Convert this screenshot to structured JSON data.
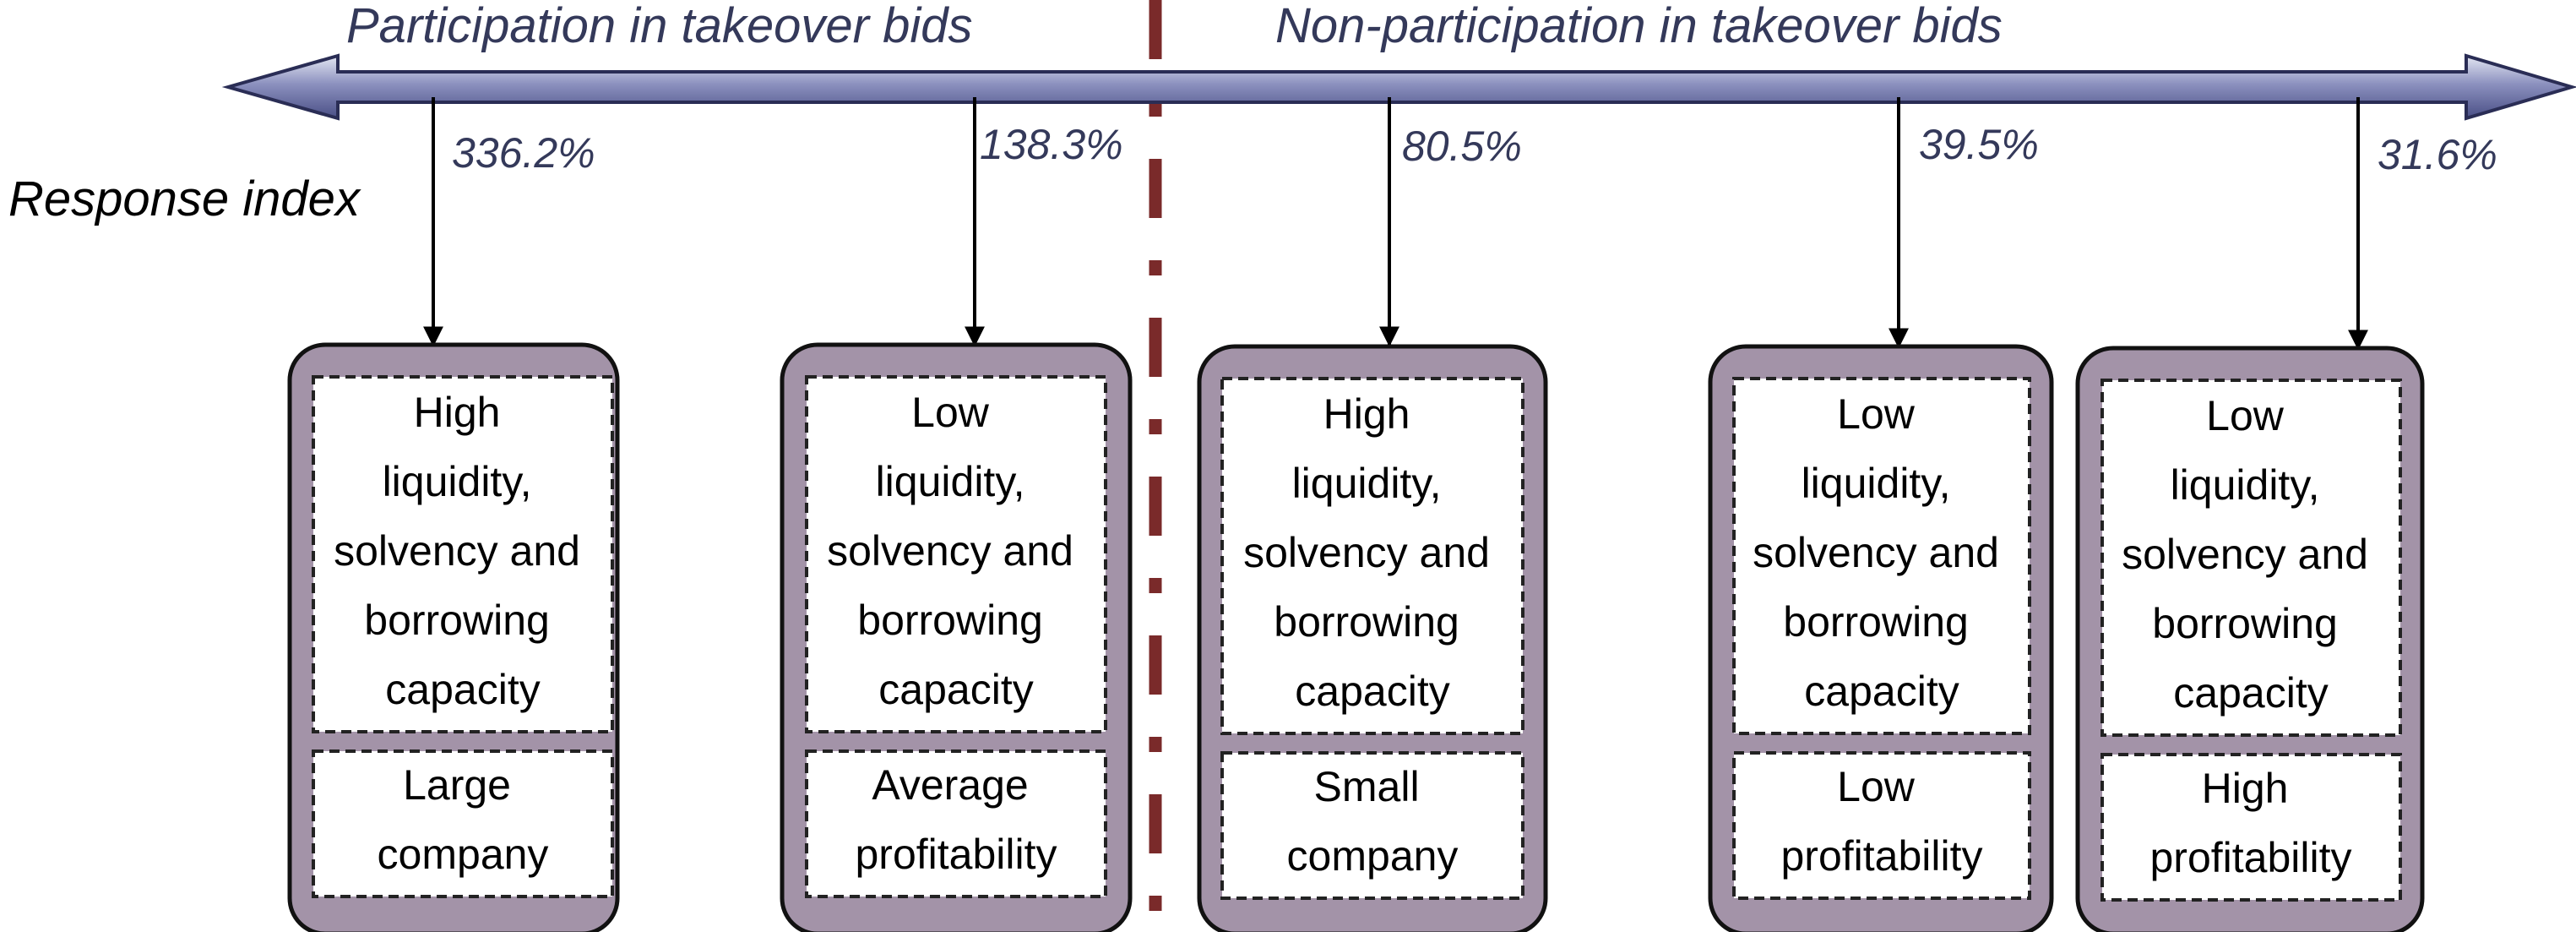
{
  "header": {
    "left": "Participation in takeover bids",
    "right": "Non-participation in takeover bids"
  },
  "axis_label": "Response index",
  "colors": {
    "arrow_fill": "#4a4f86",
    "arrow_highlight": "#e3e6f2",
    "box_fill": "#a393a8",
    "box_stroke": "#111111",
    "divider": "#7a2a2a",
    "header_text": "#34395a"
  },
  "groups": [
    {
      "value": "336.2%",
      "top_lines": [
        "High",
        "liquidity,",
        "solvency and",
        "borrowing",
        "capacity"
      ],
      "bottom_lines": [
        "Large",
        "company"
      ]
    },
    {
      "value": "138.3%",
      "top_lines": [
        "Low",
        "liquidity,",
        "solvency and",
        "borrowing",
        "capacity"
      ],
      "bottom_lines": [
        "Average",
        "profitability"
      ]
    },
    {
      "value": "80.5%",
      "top_lines": [
        "High",
        "liquidity,",
        "solvency and",
        "borrowing",
        "capacity"
      ],
      "bottom_lines": [
        "Small",
        "company"
      ]
    },
    {
      "value": "39.5%",
      "top_lines": [
        "Low",
        "liquidity,",
        "solvency and",
        "borrowing",
        "capacity"
      ],
      "bottom_lines": [
        "Low",
        "profitability"
      ]
    },
    {
      "value": "31.6%",
      "top_lines": [
        "Low",
        "liquidity,",
        "solvency and",
        "borrowing",
        "capacity"
      ],
      "bottom_lines": [
        "High",
        "profitability"
      ]
    }
  ]
}
